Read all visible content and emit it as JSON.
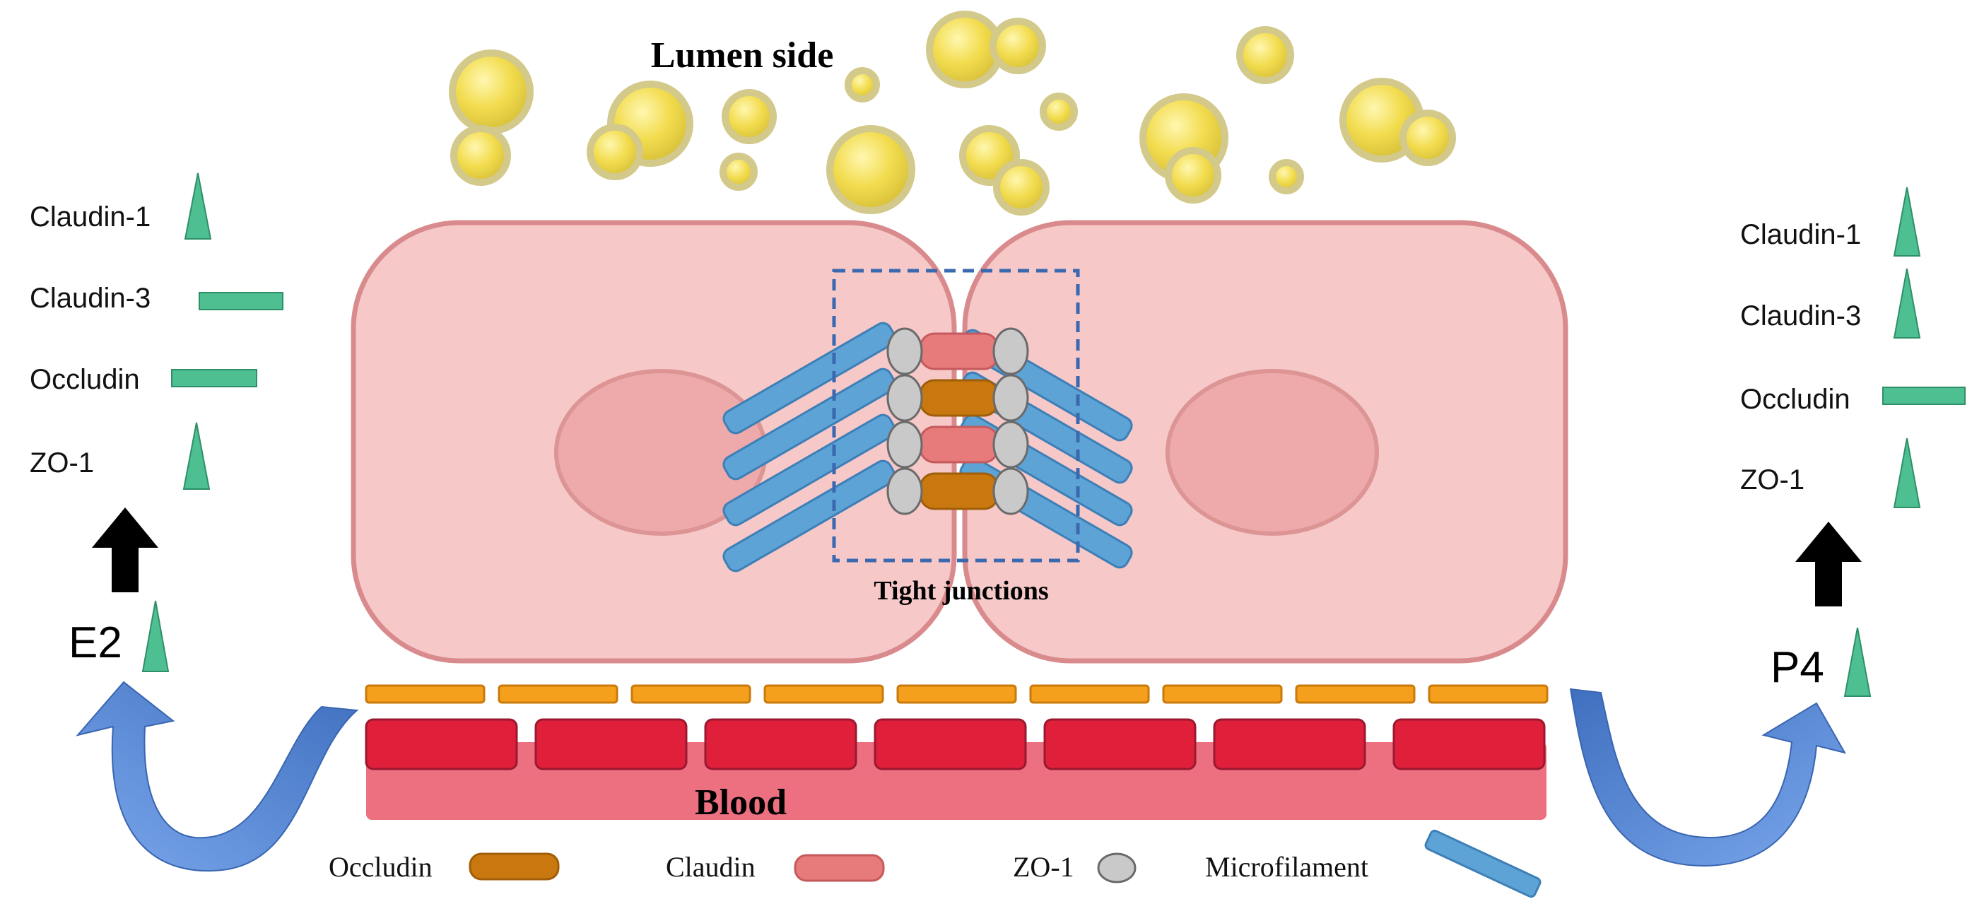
{
  "labels": {
    "lumen_side": "Lumen side",
    "blood": "Blood",
    "tight_junctions": "Tight junctions"
  },
  "left_panel": {
    "hormone": "E2",
    "hormone_change": "up",
    "proteins": [
      {
        "name": "Claudin-1",
        "change": "up"
      },
      {
        "name": "Claudin-3",
        "change": "unchanged"
      },
      {
        "name": "Occludin",
        "change": "unchanged"
      },
      {
        "name": "ZO-1",
        "change": "up"
      }
    ]
  },
  "right_panel": {
    "hormone": "P4",
    "hormone_change": "up",
    "proteins": [
      {
        "name": "Claudin-1",
        "change": "up"
      },
      {
        "name": "Claudin-3",
        "change": "up"
      },
      {
        "name": "Occludin",
        "change": "unchanged"
      },
      {
        "name": "ZO-1",
        "change": "up"
      }
    ]
  },
  "legend": [
    {
      "label": "Occludin",
      "icon": "occludin-pill-icon"
    },
    {
      "label": "Claudin",
      "icon": "claudin-pill-icon"
    },
    {
      "label": "ZO-1",
      "icon": "zo1-oval-icon"
    },
    {
      "label": "Microfilament",
      "icon": "microfilament-rod-icon"
    }
  ],
  "colors": {
    "cell_fill": "#f6c8c8",
    "cell_stroke": "#d98a8c",
    "nucleus_fill": "#eeaaaa",
    "indicator_green": "#4dbf91",
    "arrow_blue": "#5b8fdc",
    "occludin": "#c8780f",
    "claudin": "#e77b7c",
    "zo1": "#c4c4c4",
    "microfilament": "#5da3d6",
    "basement_orange": "#f5a01c",
    "vessel_red": "#e0203a",
    "vessel_pink": "#ec7080",
    "bubble_yellow": "#f2dc4e",
    "dashed_box": "#3a69b0"
  }
}
